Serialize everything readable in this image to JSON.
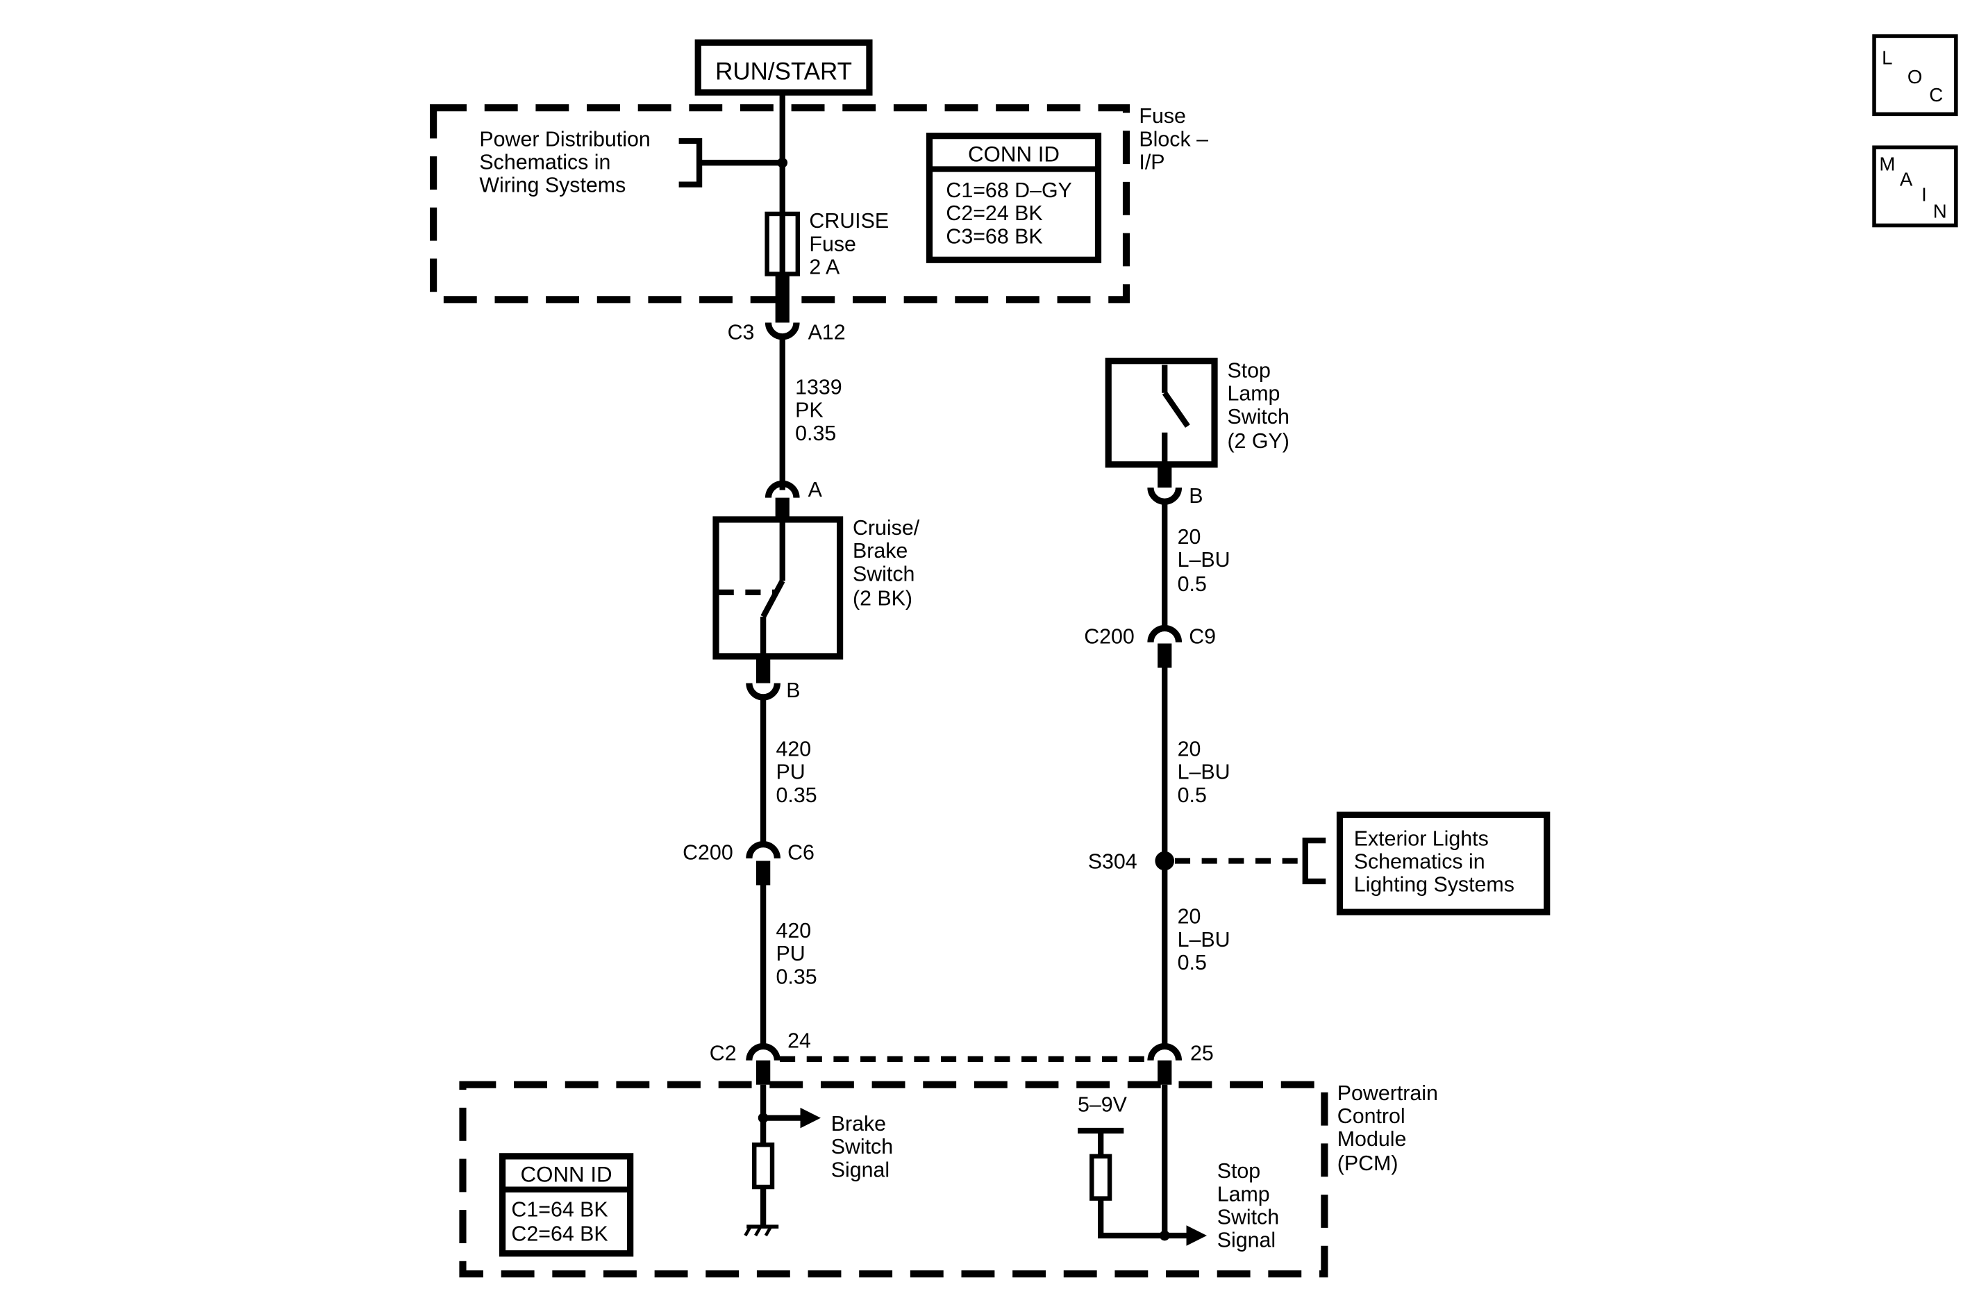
{
  "power": {
    "label": "RUN/START"
  },
  "fuse_block": {
    "title": [
      "Fuse",
      "Block –",
      "I/P"
    ],
    "reference": [
      "Power Distribution",
      "Schematics in",
      "Wiring Systems"
    ],
    "fuse": [
      "CRUISE",
      "Fuse",
      "2 A"
    ],
    "conn_id": {
      "title": "CONN ID",
      "lines": [
        "C1=68 D–GY",
        "C2=24 BK",
        "C3=68 BK"
      ]
    }
  },
  "connectors": {
    "c3": "C3",
    "a12": "A12",
    "pin_a": "A",
    "pin_b_cruise": "B",
    "pin_b_stop": "B",
    "c200_left": "C200",
    "c6": "C6",
    "c200_right": "C200",
    "c9": "C9",
    "c2": "C2",
    "pin24": "24",
    "pin25": "25",
    "splice": "S304"
  },
  "wires": {
    "w1339": [
      "1339",
      "PK",
      "0.35"
    ],
    "w420a": [
      "420",
      "PU",
      "0.35"
    ],
    "w420b": [
      "420",
      "PU",
      "0.35"
    ],
    "w20a": [
      "20",
      "L–BU",
      "0.5"
    ],
    "w20b": [
      "20",
      "L–BU",
      "0.5"
    ],
    "w20c": [
      "20",
      "L–BU",
      "0.5"
    ]
  },
  "components": {
    "cruise_brake_switch": [
      "Cruise/",
      "Brake",
      "Switch",
      "(2 BK)"
    ],
    "stop_lamp_switch": [
      "Stop",
      "Lamp",
      "Switch",
      "(2 GY)"
    ],
    "exterior_lights": [
      "Exterior Lights",
      "Schematics in",
      "Lighting Systems"
    ]
  },
  "pcm": {
    "title": [
      "Powertrain",
      "Control",
      "Module",
      "(PCM)"
    ],
    "brake_signal": [
      "Brake",
      "Switch",
      "Signal"
    ],
    "stop_signal": [
      "Stop",
      "Lamp",
      "Switch",
      "Signal"
    ],
    "voltage": "5–9V",
    "conn_id": {
      "title": "CONN ID",
      "lines": [
        "C1=64 BK",
        "C2=64 BK"
      ]
    }
  },
  "nav": {
    "loc": [
      "L",
      "O",
      "C"
    ],
    "main": [
      "M",
      "A",
      "I",
      "N"
    ]
  }
}
